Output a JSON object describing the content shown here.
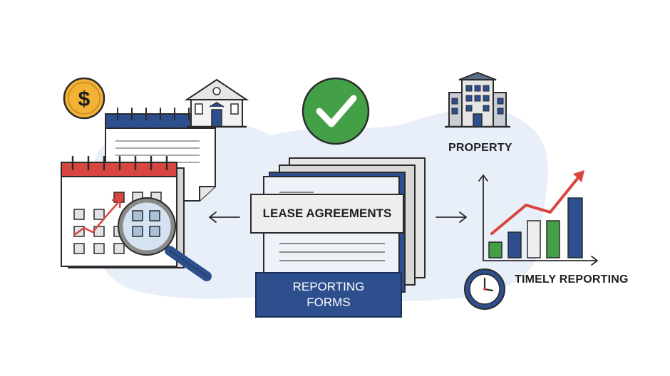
{
  "labels": {
    "property": "PROPERTY",
    "lease_agreements": "LEASE AGREEMENTS",
    "reporting_forms_line1": "REPORTING",
    "reporting_forms_line2": "FORMS",
    "timely_reporting": "TIMELY REPORTING"
  },
  "icons": {
    "dollar_coin_symbol": "$"
  },
  "colors": {
    "navy": "#2e4f8e",
    "red": "#d9453f",
    "green": "#43a047",
    "gold": "#f2b233",
    "background_blob": "#e9eff9",
    "paper": "#ffffff",
    "grey_paper": "#e6e6e6"
  }
}
